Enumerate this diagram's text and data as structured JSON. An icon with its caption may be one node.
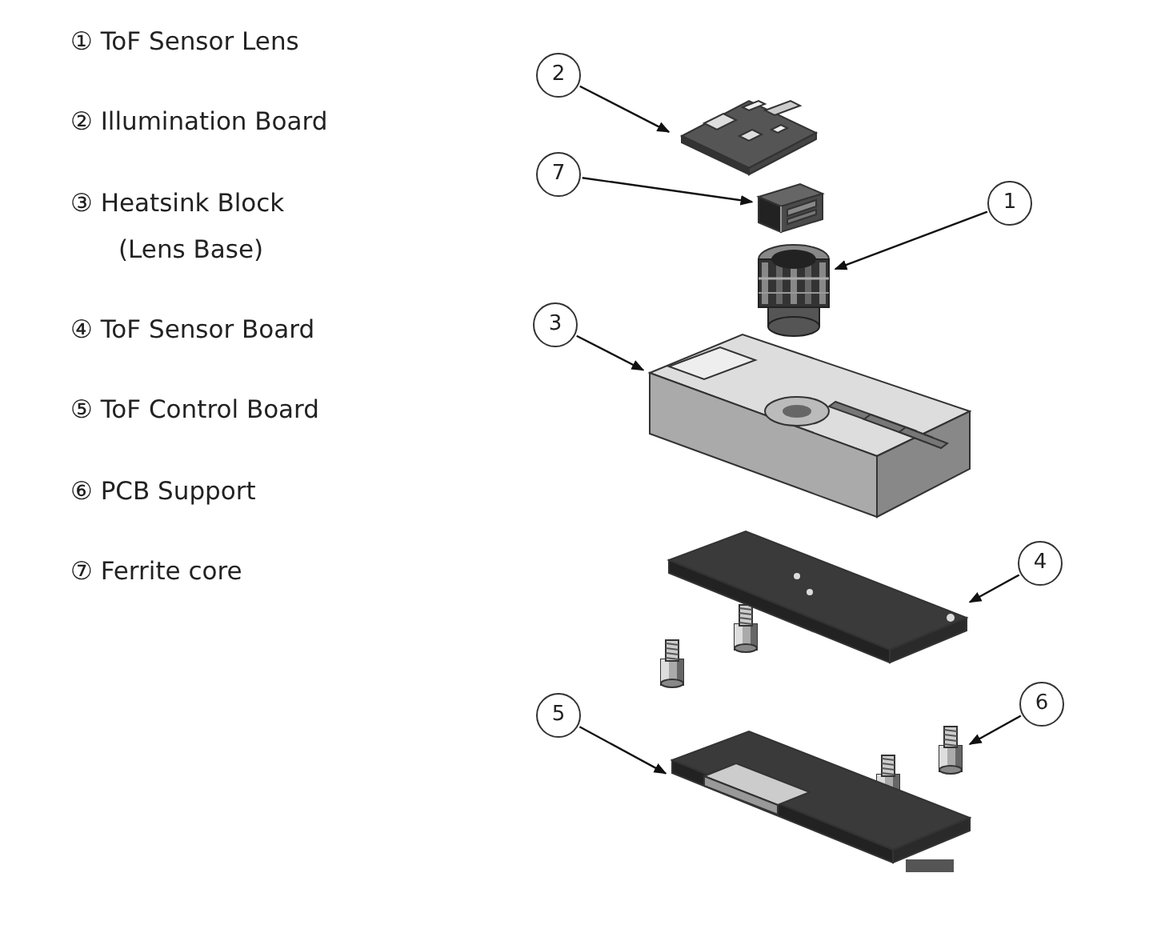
{
  "diagram": {
    "nodes": [
      {
        "text": [
          "2"
        ]
      },
      {
        "text": [
          "7"
        ]
      },
      {
        "text": [
          "1"
        ]
      },
      {
        "text": [
          "3"
        ]
      },
      {
        "text": [
          "4"
        ]
      },
      {
        "text": [
          "6"
        ]
      },
      {
        "text": [
          "5"
        ]
      },
      {
        "text": [],
        "shape": "picture"
      },
      {
        "text": [],
        "shape": "picture"
      },
      {
        "text": [],
        "shape": "picture"
      },
      {
        "text": [],
        "shape": "picture"
      },
      {
        "text": [],
        "shape": "picture"
      },
      {
        "text": [],
        "shape": "picture"
      },
      {
        "text": [],
        "shape": "picture"
      }
    ],
    "edges": [
      {
        "from": 0,
        "to": 7,
        "arrow": "to"
      },
      {
        "from": 1,
        "to": 8,
        "arrow": "to"
      },
      {
        "from": 2,
        "to": 9,
        "arrow": "to"
      },
      {
        "from": 3,
        "to": 10,
        "arrow": "to"
      },
      {
        "from": 4,
        "to": 11,
        "arrow": "to"
      },
      {
        "from": 5,
        "to": 12,
        "arrow": "to"
      },
      {
        "from": 6,
        "to": 13,
        "arrow": "to"
      }
    ],
    "labels": [
      "① ToF Sensor Lens",
      "② Illumination Board",
      "③ Heatsink Block (Lens Base)",
      "④ ToF Sensor Board",
      "⑤ ToF Control Board",
      "⑥ PCB Support",
      "⑦ Ferrite core"
    ]
  }
}
